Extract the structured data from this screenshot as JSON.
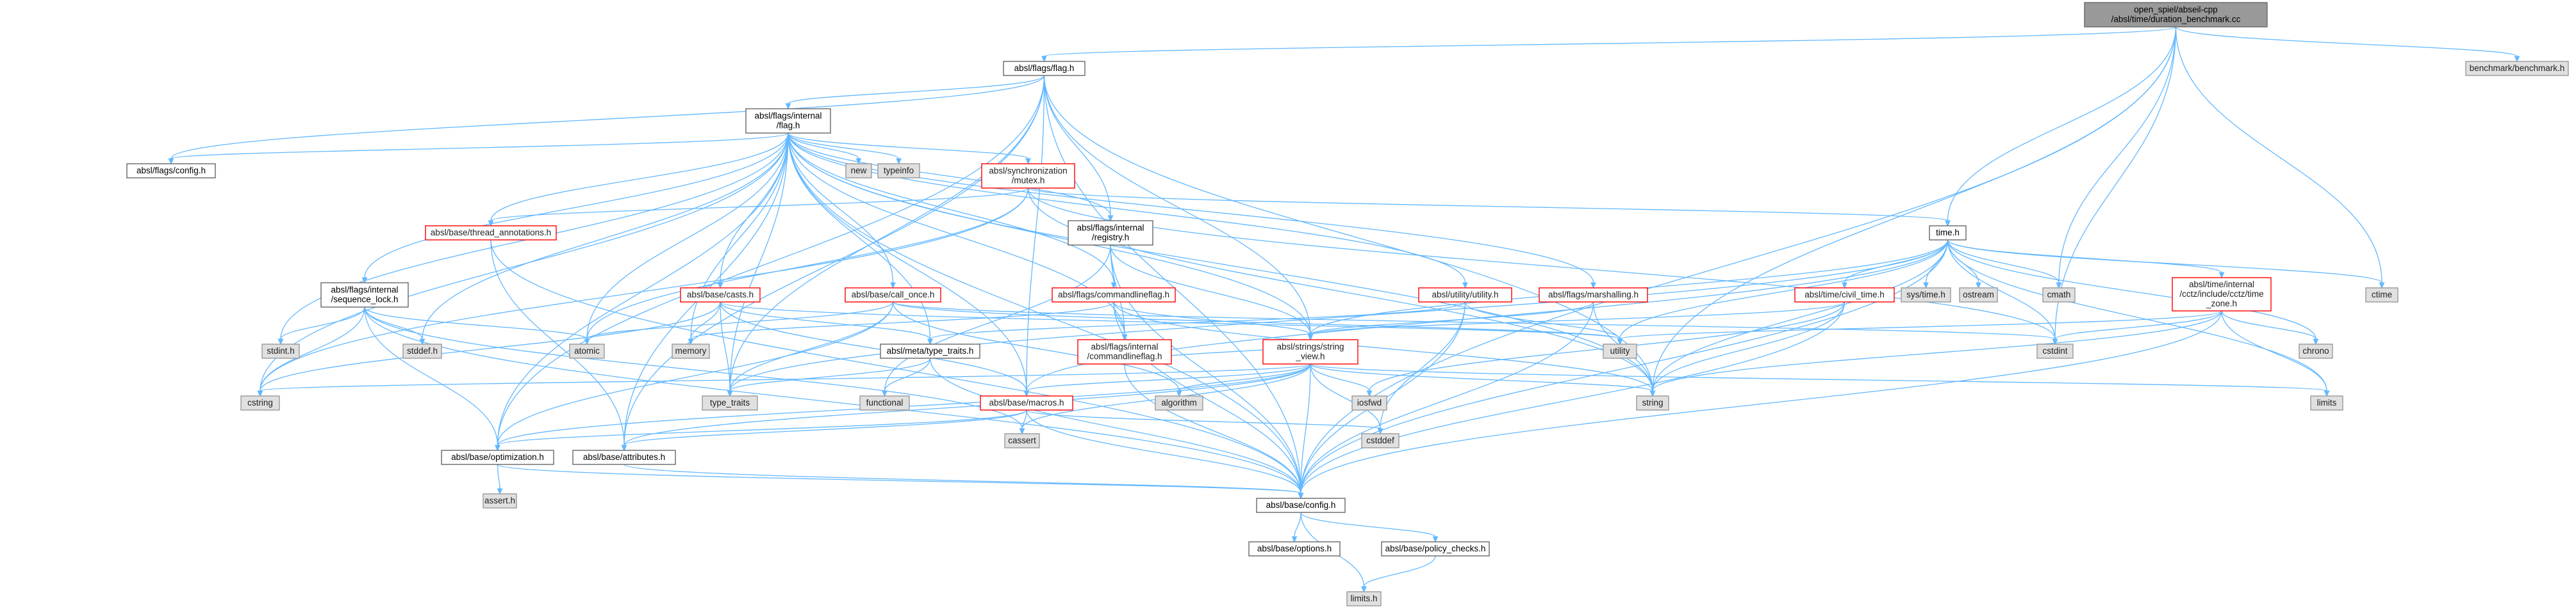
{
  "title": "",
  "colors": {
    "edge": "#63b8ff",
    "root_fill": "#999999",
    "system_fill": "#e0e0e0",
    "truncated_border": "#ff0000",
    "normal_border": "#666666"
  },
  "nodes": [
    {
      "id": "root",
      "lines": [
        "open_spiel/abseil-cpp",
        "/absl/time/duration_benchmark.cc"
      ],
      "style": "root"
    },
    {
      "id": "flag_h",
      "lines": [
        "absl/flags/flag.h"
      ],
      "style": "white"
    },
    {
      "id": "benchmark_h",
      "lines": [
        "benchmark/benchmark.h"
      ],
      "style": "gray"
    },
    {
      "id": "flags_internal_flag_h",
      "lines": [
        "absl/flags/internal",
        "/flag.h"
      ],
      "style": "white"
    },
    {
      "id": "flags_config_h",
      "lines": [
        "absl/flags/config.h"
      ],
      "style": "white"
    },
    {
      "id": "new",
      "lines": [
        "new"
      ],
      "style": "gray"
    },
    {
      "id": "typeinfo",
      "lines": [
        "typeinfo"
      ],
      "style": "gray"
    },
    {
      "id": "sync_mutex_h",
      "lines": [
        "absl/synchronization",
        "/mutex.h"
      ],
      "style": "red"
    },
    {
      "id": "thread_annotations_h",
      "lines": [
        "absl/base/thread_annotations.h"
      ],
      "style": "red"
    },
    {
      "id": "flags_internal_registry_h",
      "lines": [
        "absl/flags/internal",
        "/registry.h"
      ],
      "style": "white"
    },
    {
      "id": "time_h",
      "lines": [
        "time.h"
      ],
      "style": "white"
    },
    {
      "id": "seqlock_h",
      "lines": [
        "absl/flags/internal",
        "/sequence_lock.h"
      ],
      "style": "white"
    },
    {
      "id": "casts_h",
      "lines": [
        "absl/base/casts.h"
      ],
      "style": "red"
    },
    {
      "id": "call_once_h",
      "lines": [
        "absl/base/call_once.h"
      ],
      "style": "red"
    },
    {
      "id": "commandlineflag_h",
      "lines": [
        "absl/flags/commandlineflag.h"
      ],
      "style": "red"
    },
    {
      "id": "utility_h",
      "lines": [
        "absl/utility/utility.h"
      ],
      "style": "red"
    },
    {
      "id": "marshalling_h",
      "lines": [
        "absl/flags/marshalling.h"
      ],
      "style": "red"
    },
    {
      "id": "civil_time_h",
      "lines": [
        "absl/time/civil_time.h"
      ],
      "style": "red"
    },
    {
      "id": "sys_time_h",
      "lines": [
        "sys/time.h"
      ],
      "style": "gray"
    },
    {
      "id": "ostream",
      "lines": [
        "ostream"
      ],
      "style": "gray"
    },
    {
      "id": "cmath",
      "lines": [
        "cmath"
      ],
      "style": "gray"
    },
    {
      "id": "ctime",
      "lines": [
        "ctime"
      ],
      "style": "gray"
    },
    {
      "id": "cctz_time_zone_h",
      "lines": [
        "absl/time/internal",
        "/cctz/include/cctz/time",
        "_zone.h"
      ],
      "style": "red"
    },
    {
      "id": "chrono",
      "lines": [
        "chrono"
      ],
      "style": "gray"
    },
    {
      "id": "stdint_h",
      "lines": [
        "stdint.h"
      ],
      "style": "gray"
    },
    {
      "id": "stddef_h",
      "lines": [
        "stddef.h"
      ],
      "style": "gray"
    },
    {
      "id": "atomic",
      "lines": [
        "atomic"
      ],
      "style": "gray"
    },
    {
      "id": "memory",
      "lines": [
        "memory"
      ],
      "style": "gray"
    },
    {
      "id": "type_traits_h",
      "lines": [
        "absl/meta/type_traits.h"
      ],
      "style": "white"
    },
    {
      "id": "internal_commandlineflag_h",
      "lines": [
        "absl/flags/internal",
        "/commandlineflag.h"
      ],
      "style": "red"
    },
    {
      "id": "string_view_h",
      "lines": [
        "absl/strings/string",
        "_view.h"
      ],
      "style": "red"
    },
    {
      "id": "utility",
      "lines": [
        "utility"
      ],
      "style": "gray"
    },
    {
      "id": "cstdint",
      "lines": [
        "cstdint"
      ],
      "style": "gray"
    },
    {
      "id": "cstring",
      "lines": [
        "cstring"
      ],
      "style": "gray"
    },
    {
      "id": "type_traits",
      "lines": [
        "type_traits"
      ],
      "style": "gray"
    },
    {
      "id": "functional",
      "lines": [
        "functional"
      ],
      "style": "gray"
    },
    {
      "id": "macros_h",
      "lines": [
        "absl/base/macros.h"
      ],
      "style": "red"
    },
    {
      "id": "algorithm",
      "lines": [
        "algorithm"
      ],
      "style": "gray"
    },
    {
      "id": "iosfwd",
      "lines": [
        "iosfwd"
      ],
      "style": "gray"
    },
    {
      "id": "string",
      "lines": [
        "string"
      ],
      "style": "gray"
    },
    {
      "id": "limits",
      "lines": [
        "limits"
      ],
      "style": "gray"
    },
    {
      "id": "cassert",
      "lines": [
        "cassert"
      ],
      "style": "gray"
    },
    {
      "id": "cstddef",
      "lines": [
        "cstddef"
      ],
      "style": "gray"
    },
    {
      "id": "optimization_h",
      "lines": [
        "absl/base/optimization.h"
      ],
      "style": "white"
    },
    {
      "id": "attributes_h",
      "lines": [
        "absl/base/attributes.h"
      ],
      "style": "white"
    },
    {
      "id": "assert_h",
      "lines": [
        "assert.h"
      ],
      "style": "gray"
    },
    {
      "id": "config_h",
      "lines": [
        "absl/base/config.h"
      ],
      "style": "white"
    },
    {
      "id": "options_h",
      "lines": [
        "absl/base/options.h"
      ],
      "style": "white"
    },
    {
      "id": "policy_checks_h",
      "lines": [
        "absl/base/policy_checks.h"
      ],
      "style": "white"
    },
    {
      "id": "limits_h",
      "lines": [
        "limits.h"
      ],
      "style": "gray"
    }
  ],
  "edges": [
    [
      "root",
      "flag_h"
    ],
    [
      "root",
      "benchmark_h"
    ],
    [
      "root",
      "time_h"
    ],
    [
      "root",
      "cstdint"
    ],
    [
      "root",
      "string"
    ],
    [
      "root",
      "cmath"
    ],
    [
      "root",
      "ctime"
    ],
    [
      "root",
      "config_h"
    ],
    [
      "flag_h",
      "flags_internal_flag_h"
    ],
    [
      "flag_h",
      "flags_config_h"
    ],
    [
      "flag_h",
      "flags_internal_registry_h"
    ],
    [
      "flag_h",
      "string_view_h"
    ],
    [
      "flag_h",
      "string"
    ],
    [
      "flag_h",
      "type_traits"
    ],
    [
      "flag_h",
      "config_h"
    ],
    [
      "flag_h",
      "attributes_h"
    ],
    [
      "flag_h",
      "optimization_h"
    ],
    [
      "flag_h",
      "macros_h"
    ],
    [
      "flags_internal_flag_h",
      "new"
    ],
    [
      "flags_internal_flag_h",
      "typeinfo"
    ],
    [
      "flags_internal_flag_h",
      "sync_mutex_h"
    ],
    [
      "flags_internal_flag_h",
      "thread_annotations_h"
    ],
    [
      "flags_internal_flag_h",
      "flags_internal_registry_h"
    ],
    [
      "flags_internal_flag_h",
      "seqlock_h"
    ],
    [
      "flags_internal_flag_h",
      "casts_h"
    ],
    [
      "flags_internal_flag_h",
      "call_once_h"
    ],
    [
      "flags_internal_flag_h",
      "commandlineflag_h"
    ],
    [
      "flags_internal_flag_h",
      "utility_h"
    ],
    [
      "flags_internal_flag_h",
      "marshalling_h"
    ],
    [
      "flags_internal_flag_h",
      "flags_config_h"
    ],
    [
      "flags_internal_flag_h",
      "stdint_h"
    ],
    [
      "flags_internal_flag_h",
      "stddef_h"
    ],
    [
      "flags_internal_flag_h",
      "atomic"
    ],
    [
      "flags_internal_flag_h",
      "memory"
    ],
    [
      "flags_internal_flag_h",
      "cstring"
    ],
    [
      "flags_internal_flag_h",
      "type_traits"
    ],
    [
      "flags_internal_flag_h",
      "string"
    ],
    [
      "flags_internal_flag_h",
      "internal_commandlineflag_h"
    ],
    [
      "flags_internal_flag_h",
      "type_traits_h"
    ],
    [
      "flags_internal_flag_h",
      "string_view_h"
    ],
    [
      "flags_internal_flag_h",
      "config_h"
    ],
    [
      "flags_internal_flag_h",
      "attributes_h"
    ],
    [
      "flags_internal_flag_h",
      "optimization_h"
    ],
    [
      "flags_internal_flag_h",
      "macros_h"
    ],
    [
      "sync_mutex_h",
      "thread_annotations_h"
    ],
    [
      "sync_mutex_h",
      "time_h"
    ],
    [
      "sync_mutex_h",
      "atomic"
    ],
    [
      "sync_mutex_h",
      "cstdint"
    ],
    [
      "sync_mutex_h",
      "cstring"
    ],
    [
      "sync_mutex_h",
      "string"
    ],
    [
      "thread_annotations_h",
      "attributes_h"
    ],
    [
      "thread_annotations_h",
      "config_h"
    ],
    [
      "flags_internal_registry_h",
      "commandlineflag_h"
    ],
    [
      "flags_internal_registry_h",
      "internal_commandlineflag_h"
    ],
    [
      "flags_internal_registry_h",
      "string_view_h"
    ],
    [
      "flags_internal_registry_h",
      "functional"
    ],
    [
      "flags_internal_registry_h",
      "config_h"
    ],
    [
      "time_h",
      "civil_time_h"
    ],
    [
      "time_h",
      "sys_time_h"
    ],
    [
      "time_h",
      "ostream"
    ],
    [
      "time_h",
      "cmath"
    ],
    [
      "time_h",
      "ctime"
    ],
    [
      "time_h",
      "cctz_time_zone_h"
    ],
    [
      "time_h",
      "chrono"
    ],
    [
      "time_h",
      "cstdint"
    ],
    [
      "time_h",
      "limits"
    ],
    [
      "time_h",
      "string"
    ],
    [
      "time_h",
      "type_traits"
    ],
    [
      "time_h",
      "utility"
    ],
    [
      "time_h",
      "string_view_h"
    ],
    [
      "time_h",
      "macros_h"
    ],
    [
      "time_h",
      "config_h"
    ],
    [
      "seqlock_h",
      "stddef_h"
    ],
    [
      "seqlock_h",
      "stdint_h"
    ],
    [
      "seqlock_h",
      "atomic"
    ],
    [
      "seqlock_h",
      "cassert"
    ],
    [
      "seqlock_h",
      "cstring"
    ],
    [
      "seqlock_h",
      "config_h"
    ],
    [
      "seqlock_h",
      "optimization_h"
    ],
    [
      "casts_h",
      "cstring"
    ],
    [
      "casts_h",
      "memory"
    ],
    [
      "casts_h",
      "type_traits"
    ],
    [
      "casts_h",
      "utility"
    ],
    [
      "casts_h",
      "type_traits_h"
    ],
    [
      "casts_h",
      "macros_h"
    ],
    [
      "call_once_h",
      "algorithm"
    ],
    [
      "call_once_h",
      "atomic"
    ],
    [
      "call_once_h",
      "cstdint"
    ],
    [
      "call_once_h",
      "type_traits"
    ],
    [
      "call_once_h",
      "utility"
    ],
    [
      "call_once_h",
      "optimization_h"
    ],
    [
      "commandlineflag_h",
      "memory"
    ],
    [
      "commandlineflag_h",
      "string"
    ],
    [
      "commandlineflag_h",
      "internal_commandlineflag_h"
    ],
    [
      "commandlineflag_h",
      "string_view_h"
    ],
    [
      "commandlineflag_h",
      "config_h"
    ],
    [
      "utility_h",
      "cstddef"
    ],
    [
      "utility_h",
      "utility"
    ],
    [
      "utility_h",
      "type_traits_h"
    ],
    [
      "utility_h",
      "config_h"
    ],
    [
      "marshalling_h",
      "string"
    ],
    [
      "marshalling_h",
      "string_view_h"
    ],
    [
      "marshalling_h",
      "config_h"
    ],
    [
      "civil_time_h",
      "string"
    ],
    [
      "civil_time_h",
      "iosfwd"
    ],
    [
      "civil_time_h",
      "string_view_h"
    ],
    [
      "civil_time_h",
      "config_h"
    ],
    [
      "cctz_time_zone_h",
      "chrono"
    ],
    [
      "cctz_time_zone_h",
      "cstdint"
    ],
    [
      "cctz_time_zone_h",
      "limits"
    ],
    [
      "cctz_time_zone_h",
      "string"
    ],
    [
      "cctz_time_zone_h",
      "utility"
    ],
    [
      "cctz_time_zone_h",
      "config_h"
    ],
    [
      "type_traits_h",
      "type_traits"
    ],
    [
      "type_traits_h",
      "functional"
    ],
    [
      "type_traits_h",
      "config_h"
    ],
    [
      "internal_commandlineflag_h",
      "string_view_h"
    ],
    [
      "internal_commandlineflag_h",
      "config_h"
    ],
    [
      "string_view_h",
      "algorithm"
    ],
    [
      "string_view_h",
      "cassert"
    ],
    [
      "string_view_h",
      "cstddef"
    ],
    [
      "string_view_h",
      "cstring"
    ],
    [
      "string_view_h",
      "iosfwd"
    ],
    [
      "string_view_h",
      "iterator"
    ],
    [
      "string_view_h",
      "limits"
    ],
    [
      "string_view_h",
      "string"
    ],
    [
      "string_view_h",
      "config_h"
    ],
    [
      "string_view_h",
      "attributes_h"
    ],
    [
      "string_view_h",
      "macros_h"
    ],
    [
      "string_view_h",
      "optimization_h"
    ],
    [
      "macros_h",
      "cassert"
    ],
    [
      "macros_h",
      "cstddef"
    ],
    [
      "macros_h",
      "attributes_h"
    ],
    [
      "macros_h",
      "optimization_h"
    ],
    [
      "macros_h",
      "config_h"
    ],
    [
      "optimization_h",
      "assert_h"
    ],
    [
      "optimization_h",
      "config_h"
    ],
    [
      "attributes_h",
      "config_h"
    ],
    [
      "config_h",
      "limits_h"
    ],
    [
      "config_h",
      "options_h"
    ],
    [
      "config_h",
      "policy_checks_h"
    ],
    [
      "policy_checks_h",
      "limits_h"
    ]
  ]
}
